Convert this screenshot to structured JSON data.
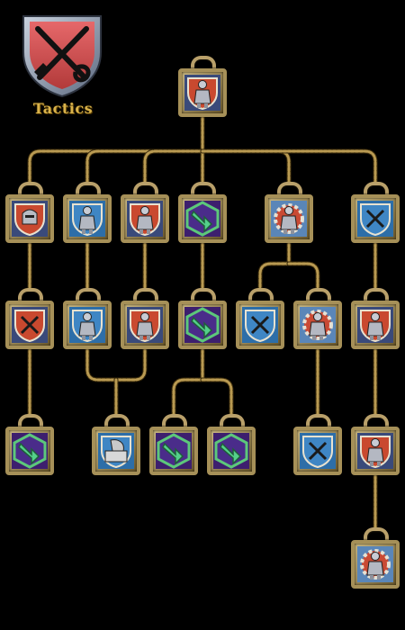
{
  "tree": {
    "title": "Tactics",
    "crest_icon": "crossed-swords-and-spade-icon",
    "colors": {
      "rope": "#b99a52",
      "frame": "#a69058",
      "title": "#d9b24a",
      "crest_field": "#d9524d"
    }
  },
  "skills": [
    {
      "id": "root",
      "icon": "cleric-figure-icon",
      "bg": "red-shield"
    },
    {
      "id": "a1",
      "icon": "helmet-shield-icon",
      "bg": "red-shield"
    },
    {
      "id": "b1",
      "icon": "warrior-figure-icon",
      "bg": "blue-shield"
    },
    {
      "id": "c1",
      "icon": "swordsman-figure-icon",
      "bg": "red-shield"
    },
    {
      "id": "d1",
      "icon": "green-arrow-icon",
      "bg": "green-hex"
    },
    {
      "id": "e1",
      "icon": "gear-figure-icon",
      "bg": "red-gear"
    },
    {
      "id": "f1",
      "icon": "crossed-blades-icon",
      "bg": "blue-shield"
    },
    {
      "id": "a2",
      "icon": "crossed-weapons-icon",
      "bg": "red-shield"
    },
    {
      "id": "b2",
      "icon": "armored-warrior-icon",
      "bg": "blue-shield"
    },
    {
      "id": "c2",
      "icon": "triangle-warrior-icon",
      "bg": "red-shield"
    },
    {
      "id": "d2",
      "icon": "green-arrow-icon",
      "bg": "green-hex"
    },
    {
      "id": "e2a",
      "icon": "crossed-swords-icon",
      "bg": "blue-shield"
    },
    {
      "id": "e2b",
      "icon": "knight-gear-icon",
      "bg": "red-gear"
    },
    {
      "id": "f2",
      "icon": "red-armored-warrior-icon",
      "bg": "red-shield"
    },
    {
      "id": "a3",
      "icon": "green-arrow-icon",
      "bg": "green-hex"
    },
    {
      "id": "bc3",
      "icon": "castle-gauntlet-icon",
      "bg": "blue-shield"
    },
    {
      "id": "d3a",
      "icon": "green-arrow-icon",
      "bg": "green-hex"
    },
    {
      "id": "d3b",
      "icon": "green-arrow-icon",
      "bg": "green-hex"
    },
    {
      "id": "e3",
      "icon": "crossed-swords-icon",
      "bg": "blue-shield"
    },
    {
      "id": "f3",
      "icon": "axe-warrior-icon",
      "bg": "red-shield"
    },
    {
      "id": "f4",
      "icon": "gear-warrior-icon",
      "bg": "red-gear"
    }
  ],
  "links": [
    [
      "root",
      "a1"
    ],
    [
      "root",
      "b1"
    ],
    [
      "root",
      "c1"
    ],
    [
      "root",
      "d1"
    ],
    [
      "root",
      "e1"
    ],
    [
      "root",
      "f1"
    ],
    [
      "a1",
      "a2"
    ],
    [
      "b1",
      "b2"
    ],
    [
      "c1",
      "c2"
    ],
    [
      "d1",
      "d2"
    ],
    [
      "e1",
      "e2a"
    ],
    [
      "e1",
      "e2b"
    ],
    [
      "f1",
      "f2"
    ],
    [
      "a2",
      "a3"
    ],
    [
      "b2",
      "bc3"
    ],
    [
      "c2",
      "bc3"
    ],
    [
      "d2",
      "d3a"
    ],
    [
      "d2",
      "d3b"
    ],
    [
      "e2b",
      "e3"
    ],
    [
      "f2",
      "f3"
    ],
    [
      "f3",
      "f4"
    ]
  ]
}
